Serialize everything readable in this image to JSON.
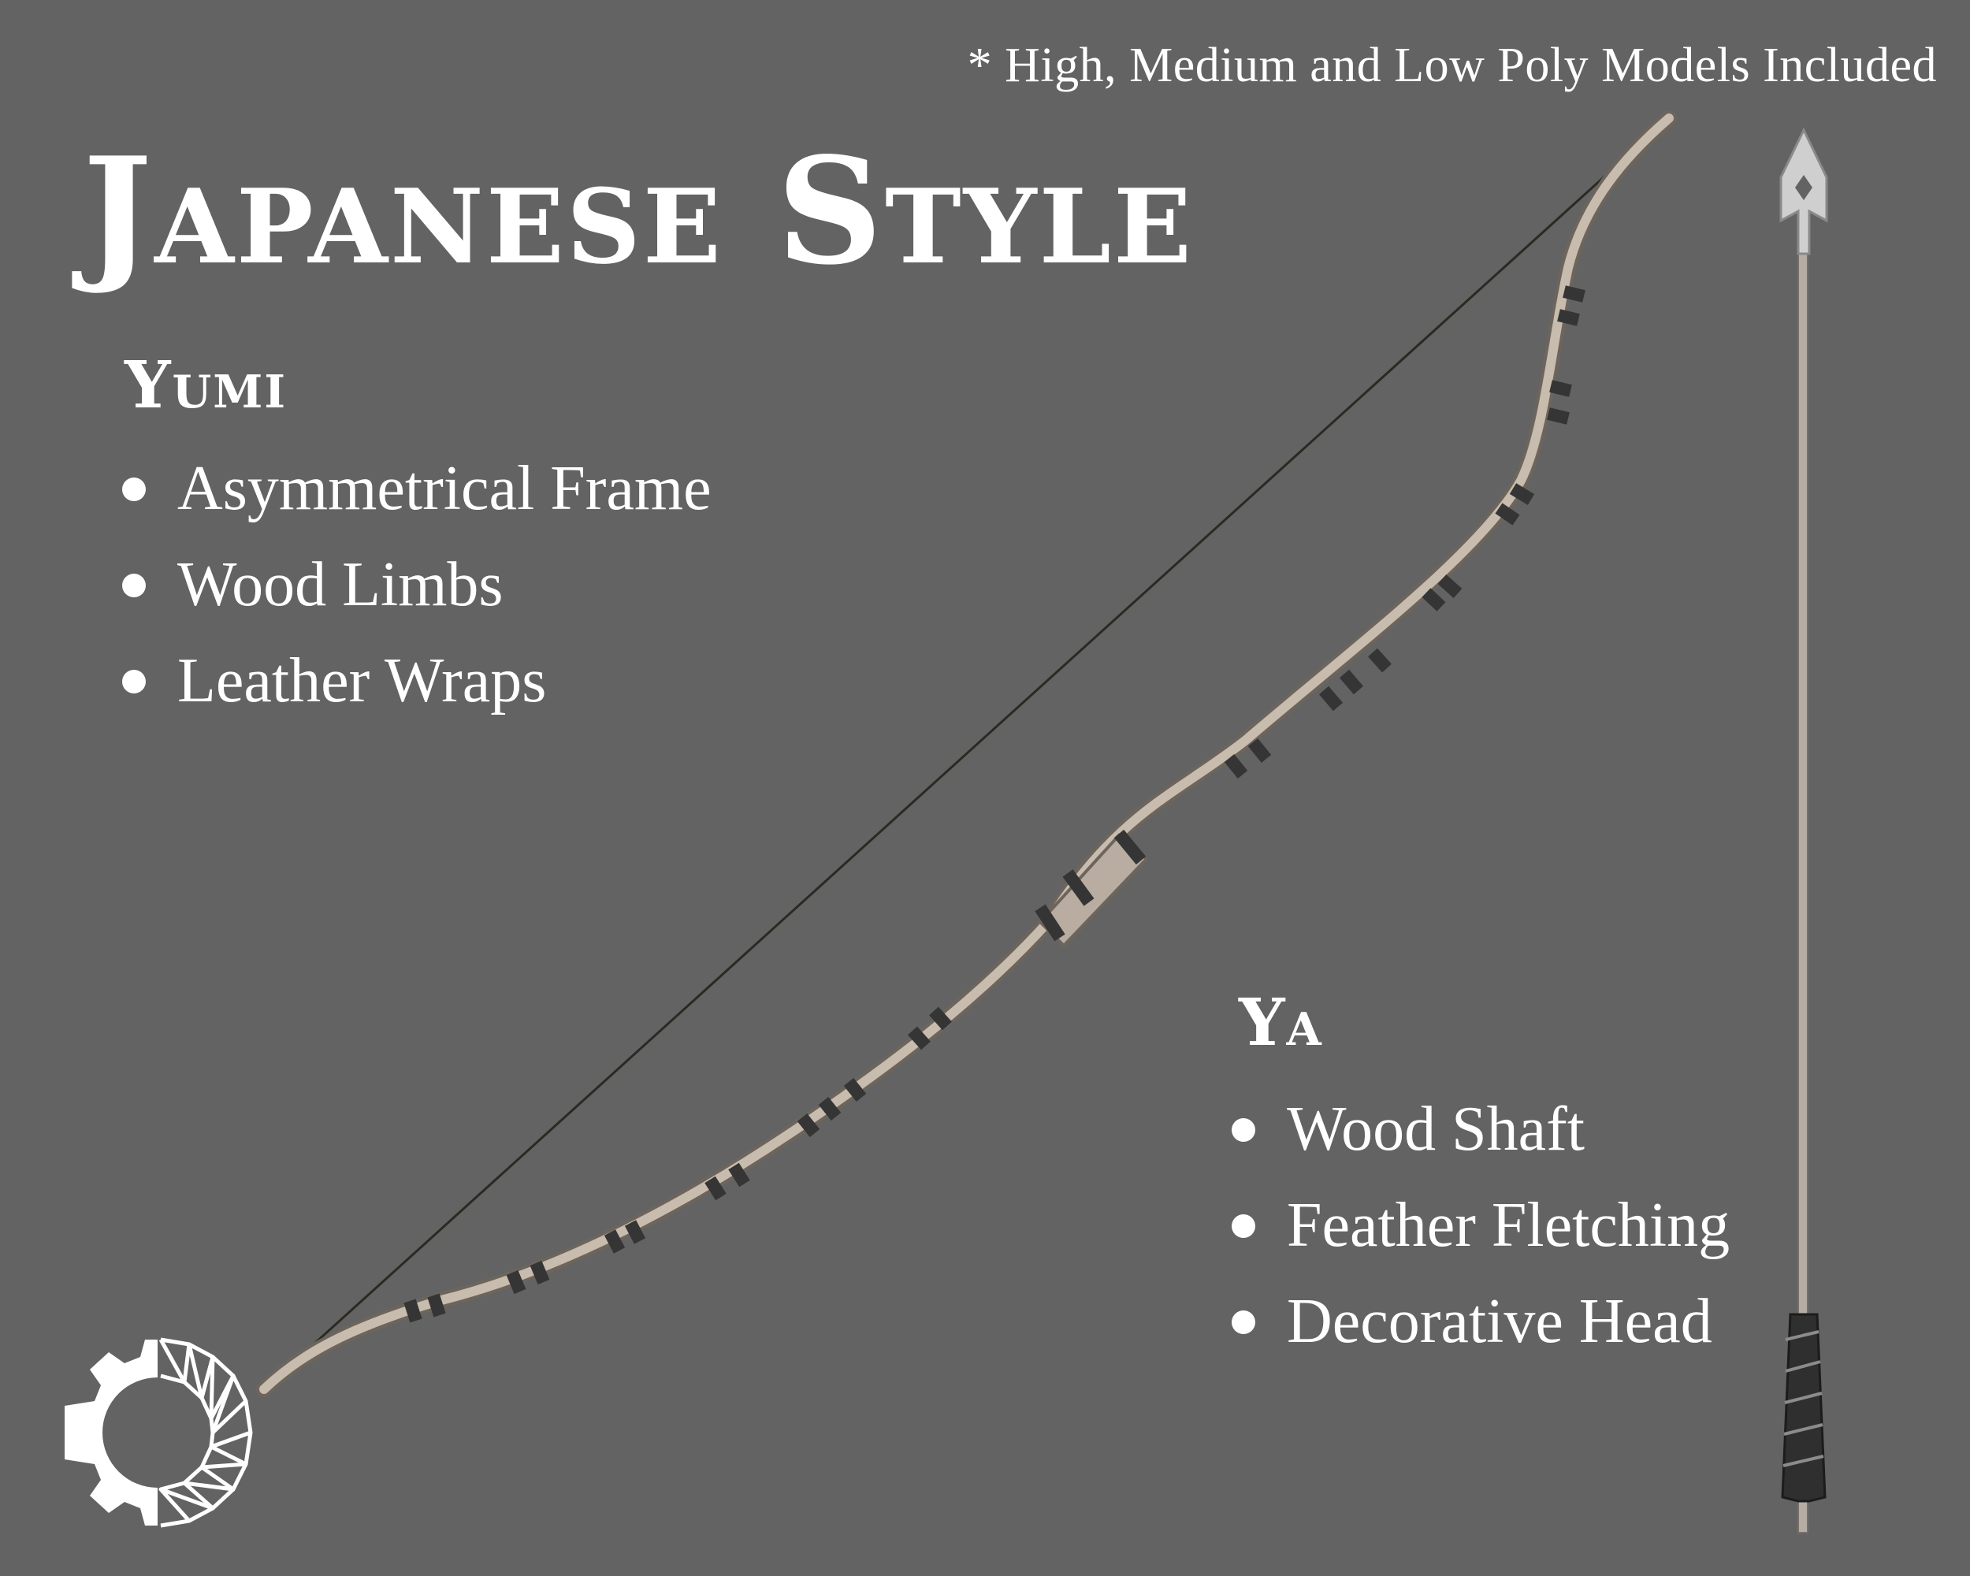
{
  "note": "* High, Medium and Low Poly Models Included",
  "title": "Japanese Style",
  "yumi": {
    "heading": "Yumi",
    "features": [
      "Asymmetrical Frame",
      "Wood Limbs",
      "Leather Wraps"
    ]
  },
  "ya": {
    "heading": "Ya",
    "features": [
      "Wood Shaft",
      "Feather Fletching",
      "Decorative Head"
    ]
  },
  "colors": {
    "background": "#636363",
    "text": "#ffffff",
    "wood": "#bfb3a6",
    "wrap": "#3a3a3a",
    "steel": "#c9c9c9"
  },
  "icons": [
    "gear-logo-icon",
    "yumi-bow-illustration",
    "ya-arrow-illustration"
  ]
}
